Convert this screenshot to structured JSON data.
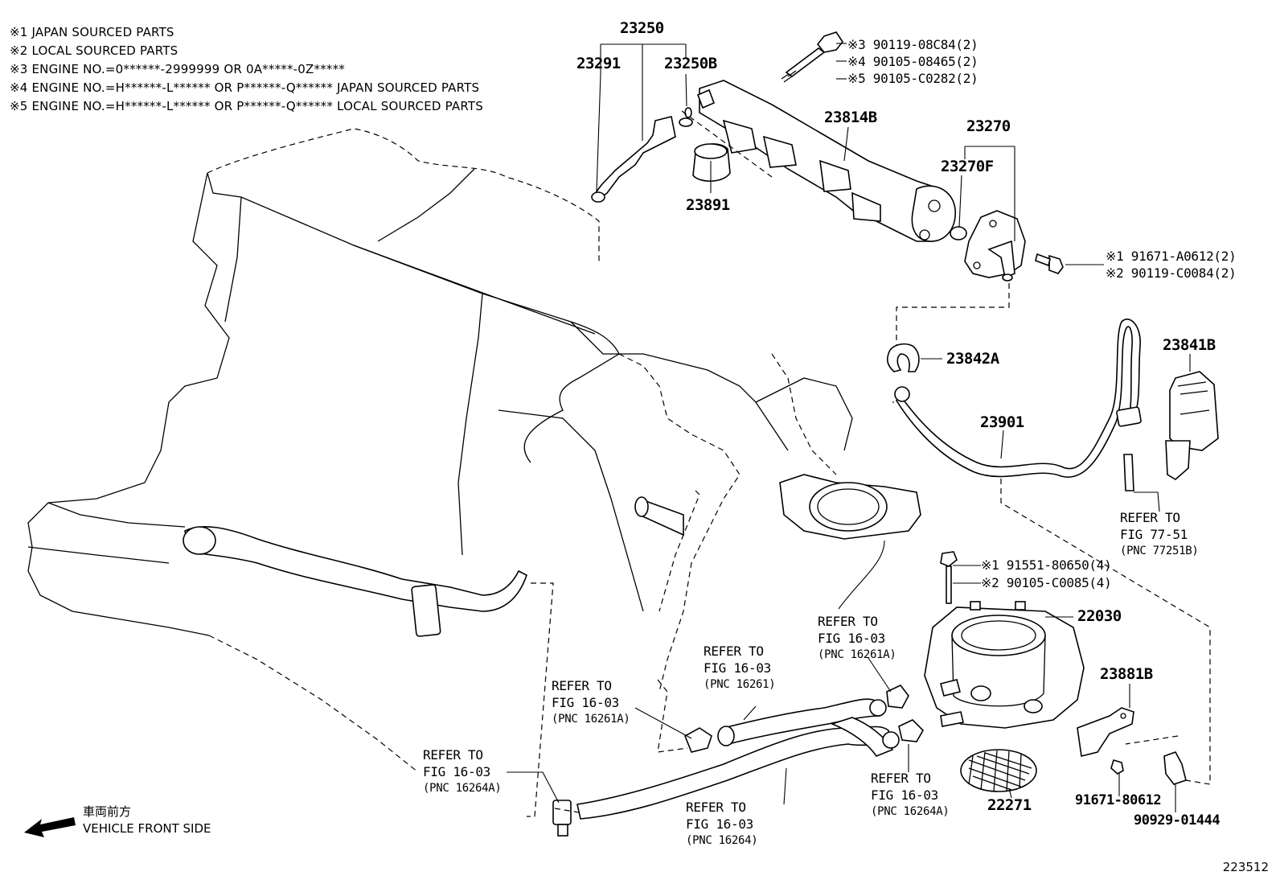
{
  "notes": [
    "※1 JAPAN SOURCED PARTS",
    "※2 LOCAL SOURCED PARTS",
    "※3 ENGINE NO.=0******-2999999 OR 0A*****-0Z*****",
    "※4 ENGINE NO.=H******-L****** OR P******-Q****** JAPAN SOURCED PARTS",
    "※5 ENGINE NO.=H******-L****** OR P******-Q****** LOCAL SOURCED PARTS"
  ],
  "parts": {
    "p23250": "23250",
    "p23291": "23291",
    "p23250B": "23250B",
    "p23891": "23891",
    "p23814B": "23814B",
    "p23270": "23270",
    "p23270F": "23270F",
    "p23842A": "23842A",
    "p23841B": "23841B",
    "p23901": "23901",
    "p22030": "22030",
    "p23881B": "23881B",
    "p22271": "22271",
    "p91671_80612": "91671-80612",
    "p90929_01444": "90929-01444"
  },
  "fasteners": {
    "bolt_top_1": "※3 90119-08C84(2)",
    "bolt_top_2": "※4 90105-08465(2)",
    "bolt_top_3": "※5 90105-C0282(2)",
    "bolt_mid_1": "※1 91671-A0612(2)",
    "bolt_mid_2": "※2 90119-C0084(2)",
    "bolt_tb_1": "※1 91551-80650(4)",
    "bolt_tb_2": "※2 90105-C0085(4)"
  },
  "refs": {
    "r77": {
      "line1": "REFER TO",
      "line2": "FIG 77-51",
      "line3": "(PNC 77251B)"
    },
    "r16261A_top": {
      "line1": "REFER TO",
      "line2": "FIG 16-03",
      "line3": "(PNC 16261A)"
    },
    "r16261": {
      "line1": "REFER TO",
      "line2": "FIG 16-03",
      "line3": "(PNC 16261)"
    },
    "r16261A_left": {
      "line1": "REFER TO",
      "line2": "FIG 16-03",
      "line3": "(PNC 16261A)"
    },
    "r16264A_left": {
      "line1": "REFER TO",
      "line2": "FIG 16-03",
      "line3": "(PNC 16264A)"
    },
    "r16264": {
      "line1": "REFER TO",
      "line2": "FIG 16-03",
      "line3": "(PNC 16264)"
    },
    "r16264A_right": {
      "line1": "REFER TO",
      "line2": "FIG 16-03",
      "line3": "(PNC 16264A)"
    }
  },
  "front": {
    "jp": "車両前方",
    "en": "VEHICLE FRONT SIDE"
  },
  "figure_no": "223512"
}
